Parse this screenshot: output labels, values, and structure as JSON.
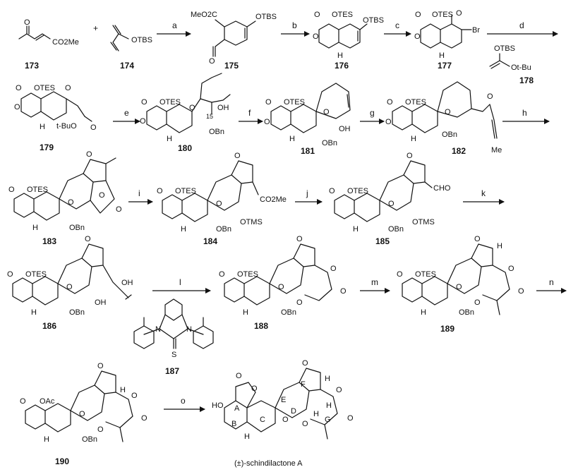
{
  "compounds": [
    {
      "id": "173",
      "labels": [
        "O",
        "CO2Me"
      ]
    },
    {
      "id": "174",
      "labels": [
        "OTBS"
      ]
    },
    {
      "id": "175",
      "labels": [
        "MeO2C",
        "OTBS",
        "O"
      ]
    },
    {
      "id": "176",
      "labels": [
        "O",
        "OTES",
        "OTBS",
        "O",
        "H"
      ]
    },
    {
      "id": "177",
      "labels": [
        "O",
        "OTES",
        "O",
        "Br",
        "O",
        "H"
      ]
    },
    {
      "id": "178",
      "labels": [
        "OTBS",
        "Ot-Bu"
      ]
    },
    {
      "id": "179",
      "labels": [
        "O",
        "OTES",
        "O",
        "O",
        "H",
        "t-BuO",
        "O"
      ]
    },
    {
      "id": "180",
      "labels": [
        "O",
        "OTES",
        "O",
        "15",
        "OH",
        "O",
        "H",
        "OBn"
      ]
    },
    {
      "id": "181",
      "labels": [
        "O",
        "OTES",
        "O",
        "O",
        "H",
        "OH",
        "OBn"
      ]
    },
    {
      "id": "182",
      "labels": [
        "O",
        "OTES",
        "O",
        "O",
        "O",
        "H",
        "OBn",
        "Me"
      ]
    },
    {
      "id": "183",
      "labels": [
        "O",
        "OTES",
        "O",
        "O",
        "O",
        "H",
        "OBn",
        "O"
      ]
    },
    {
      "id": "184",
      "labels": [
        "O",
        "OTES",
        "O",
        "O",
        "CO2Me",
        "H",
        "OBn",
        "OTMS"
      ]
    },
    {
      "id": "185",
      "labels": [
        "O",
        "OTES",
        "O",
        "O",
        "CHO",
        "H",
        "OBn",
        "OTMS"
      ]
    },
    {
      "id": "186",
      "labels": [
        "O",
        "OTES",
        "O",
        "O",
        "OH",
        "OH",
        "H",
        "OBn"
      ]
    },
    {
      "id": "187",
      "labels": [
        "N",
        "N",
        "S"
      ]
    },
    {
      "id": "188",
      "labels": [
        "O",
        "OTES",
        "O",
        "O",
        "O",
        "O",
        "H",
        "OBn",
        "O"
      ]
    },
    {
      "id": "189",
      "labels": [
        "O",
        "OTES",
        "O",
        "H",
        "O",
        "O",
        "O",
        "H",
        "OBn",
        "O"
      ]
    },
    {
      "id": "190",
      "labels": [
        "O",
        "OAc",
        "O",
        "O",
        "H",
        "O",
        "O",
        "H",
        "OBn",
        "O"
      ]
    },
    {
      "id": "(±)-schindilactone A",
      "labels": [
        "O",
        "HO",
        "A",
        "O",
        "E",
        "O",
        "F",
        "H",
        "B",
        "C",
        "D",
        "H",
        "O",
        "O",
        "H",
        "G",
        "O",
        "H",
        "O"
      ]
    }
  ],
  "steps": [
    "a",
    "b",
    "c",
    "d",
    "e",
    "f",
    "g",
    "h",
    "i",
    "j",
    "k",
    "l",
    "m",
    "n",
    "o"
  ],
  "plus": "+"
}
